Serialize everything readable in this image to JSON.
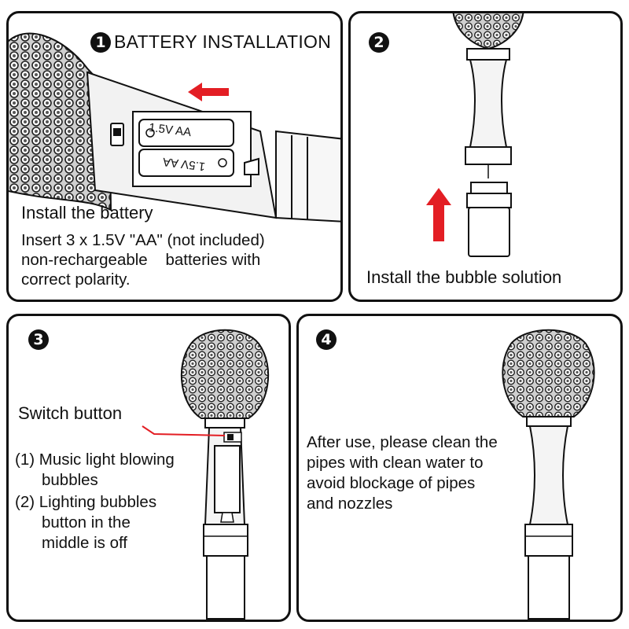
{
  "panel1": {
    "number": "1",
    "title": "BATTERY INSTALLATION",
    "battery_top_label": "1.5V AA",
    "battery_bottom_label": "1.5V AA",
    "heading": "Install the battery",
    "lines": [
      "Insert 3 x 1.5V \"AA\" (not included)",
      "non-rechargeable    batteries with",
      "correct polarity."
    ],
    "arrow_color": "#e31e24"
  },
  "panel2": {
    "number": "2",
    "caption": "Install the bubble solution",
    "arrow_color": "#e31e24"
  },
  "panel3": {
    "number": "3",
    "switch_label": "Switch button",
    "items": [
      "(1) Music light blowing",
      "bubbles",
      "(2) Lighting bubbles",
      "button in the",
      "middle is off"
    ],
    "pointer_color": "#e31e24"
  },
  "panel4": {
    "number": "4",
    "lines": [
      "After use, please clean the",
      "pipes with clean water to",
      "avoid blockage of pipes",
      "and nozzles"
    ]
  }
}
